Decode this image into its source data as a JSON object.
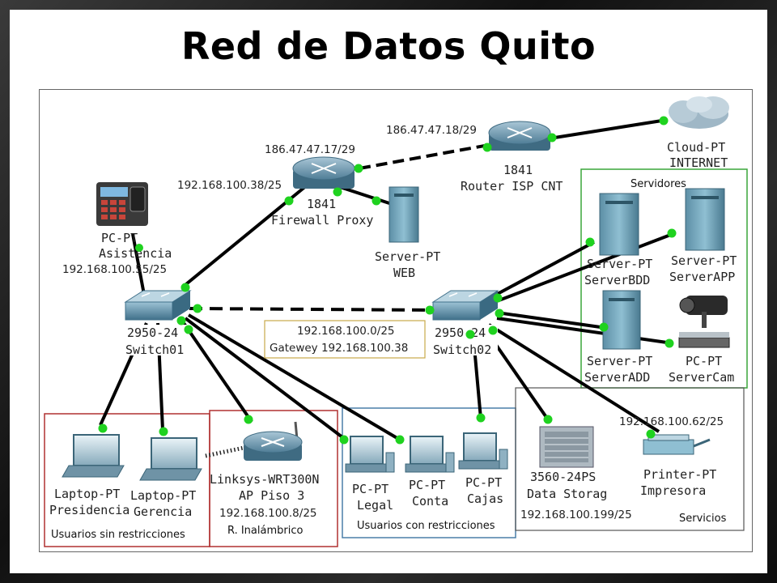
{
  "title": "Red de Datos Quito",
  "routers": {
    "firewall": {
      "ip_wan": "186.47.47.17/29",
      "ip_lan": "192.168.100.38/25",
      "model": "1841",
      "name": "Firewall Proxy"
    },
    "isp": {
      "ip": "186.47.47.18/29",
      "model": "1841",
      "name": "Router ISP CNT"
    }
  },
  "cloud": {
    "type": "Cloud-PT",
    "name": "INTERNET"
  },
  "web_server": {
    "type": "Server-PT",
    "name": "WEB"
  },
  "asistencia": {
    "type": "PC-PT",
    "name": "Asistencia",
    "ip": "192.168.100.55/25"
  },
  "switch01": {
    "model": "2950-24",
    "name": "Switch01"
  },
  "switch02": {
    "model": "2950-24",
    "name": "Switch02"
  },
  "network_box": {
    "line1": "192.168.100.0/25",
    "line2": "Gatewey 192.168.100.38"
  },
  "servidores": {
    "label": "Servidores",
    "items": [
      {
        "type": "Server-PT",
        "name": "ServerBDD"
      },
      {
        "type": "Server-PT",
        "name": "ServerAPP"
      },
      {
        "type": "Server-PT",
        "name": "ServerADD"
      },
      {
        "type": "PC-PT",
        "name": "ServerCam"
      }
    ]
  },
  "sin_restricciones": {
    "label": "Usuarios sin restricciones",
    "items": [
      {
        "type": "Laptop-PT",
        "name": "Presidencia"
      },
      {
        "type": "Laptop-PT",
        "name": "Gerencia"
      }
    ]
  },
  "inalambrico": {
    "label": "R. Inalámbrico",
    "model": "Linksys-WRT300N",
    "name": "AP Piso 3",
    "ip": "192.168.100.8/25"
  },
  "con_restricciones": {
    "label": "Usuarios con restricciones",
    "items": [
      {
        "type": "PC-PT",
        "name": "Legal"
      },
      {
        "type": "PC-PT",
        "name": "Conta"
      },
      {
        "type": "PC-PT",
        "name": "Cajas"
      }
    ]
  },
  "servicios": {
    "label": "Servicios",
    "storage": {
      "model": "3560-24PS",
      "name": "Data Storag",
      "ip": "192.168.100.199/25"
    },
    "printer": {
      "type": "Printer-PT",
      "name": "Impresora",
      "ip": "192.168.100.62/25"
    }
  },
  "colors": {
    "link": "#000000",
    "port": "#1fd21f",
    "box_red": "#b03030",
    "box_green": "#3aa53a",
    "box_blue": "#4a7fa8",
    "box_gray": "#555555"
  }
}
